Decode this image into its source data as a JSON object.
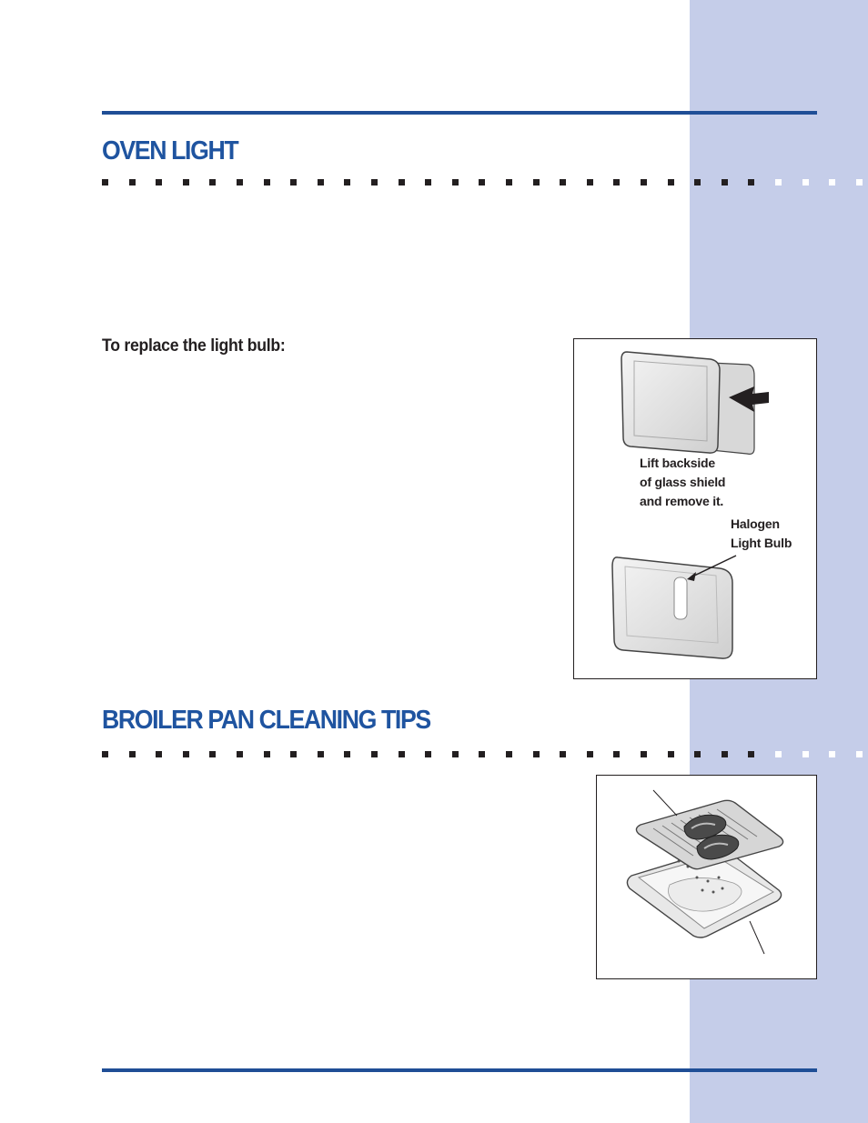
{
  "sections": {
    "oven_light": {
      "title": "OVEN LIGHT"
    },
    "broiler": {
      "title": "BROILER PAN CLEANING TIPS"
    }
  },
  "replace_bulb": {
    "heading": "To replace the light bulb:"
  },
  "figure_light": {
    "label_shield": [
      "Lift backside",
      "of glass shield",
      "and remove it."
    ],
    "label_bulb": [
      "Halogen",
      "Light Bulb"
    ]
  },
  "colors": {
    "rule_blue": "#1f4e96",
    "title_blue": "#1f54a0",
    "side_band": "#c5cde9"
  }
}
